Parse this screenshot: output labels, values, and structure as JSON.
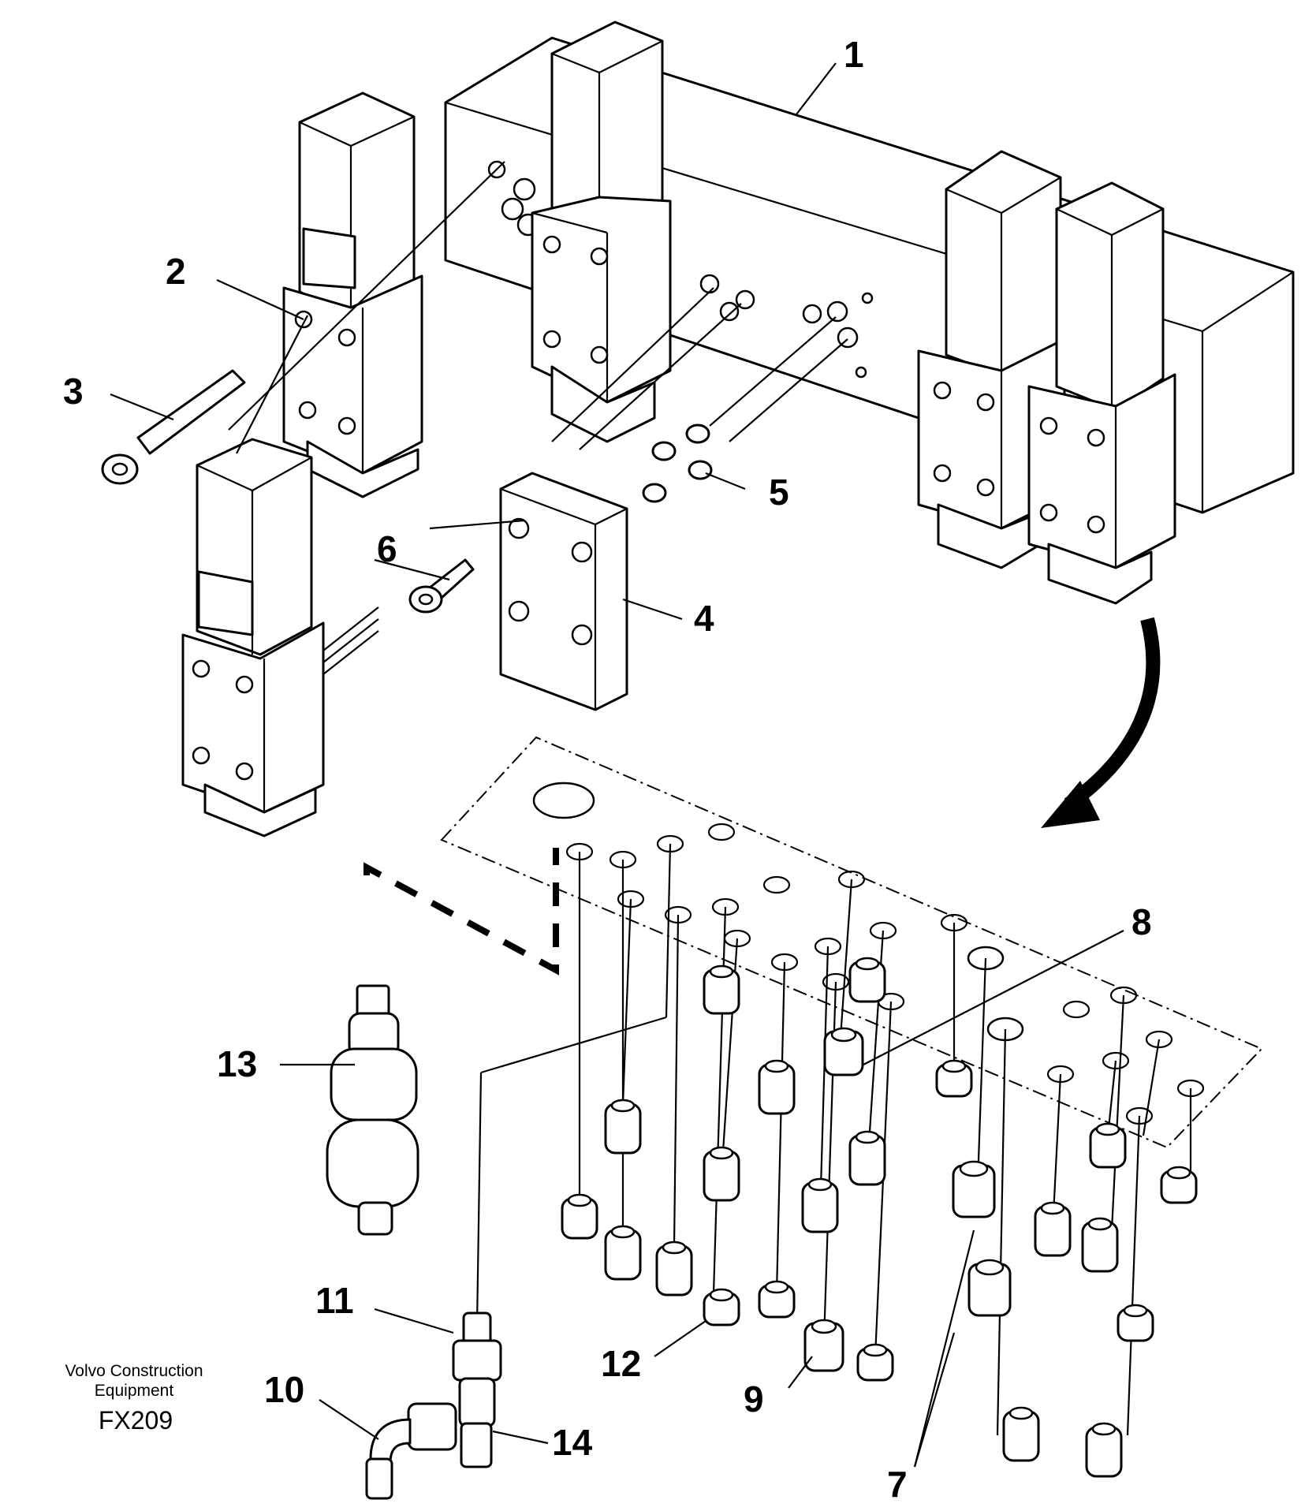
{
  "diagram": {
    "callouts": [
      {
        "id": "1",
        "label": "1"
      },
      {
        "id": "2",
        "label": "2"
      },
      {
        "id": "3",
        "label": "3"
      },
      {
        "id": "4",
        "label": "4"
      },
      {
        "id": "5",
        "label": "5"
      },
      {
        "id": "6",
        "label": "6"
      },
      {
        "id": "7",
        "label": "7"
      },
      {
        "id": "8",
        "label": "8"
      },
      {
        "id": "9",
        "label": "9"
      },
      {
        "id": "10",
        "label": "10"
      },
      {
        "id": "11",
        "label": "11"
      },
      {
        "id": "12",
        "label": "12"
      },
      {
        "id": "13",
        "label": "13"
      },
      {
        "id": "14",
        "label": "14"
      }
    ],
    "credit": {
      "line1": "Volvo Construction",
      "line2": "Equipment",
      "code": "FX209"
    }
  }
}
